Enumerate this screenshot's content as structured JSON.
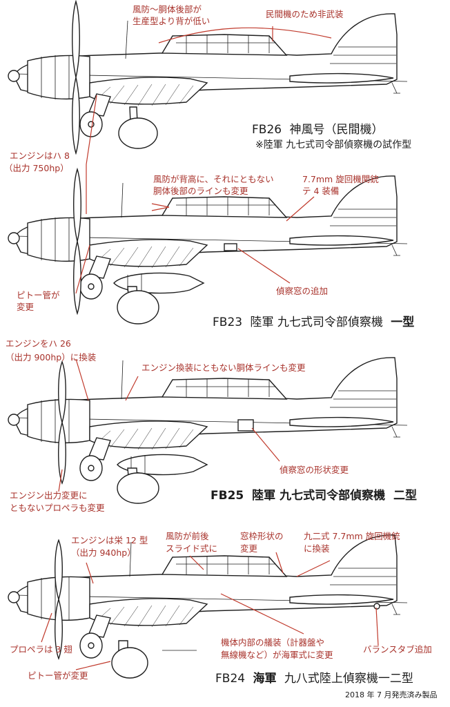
{
  "aircraft": [
    {
      "id": "fb26",
      "caption": {
        "code": "FB26",
        "name": "神風号（民間機）",
        "bold": "",
        "tail": ""
      },
      "note": "※陸軍 九七式司令部偵察機の試作型",
      "annotations": [
        {
          "key": "canopy",
          "lines": [
            "風防～胴体後部が",
            "生産型より背が低い"
          ]
        },
        {
          "key": "unarmed",
          "lines": [
            "民間機のため非武装"
          ]
        },
        {
          "key": "engine",
          "lines": [
            "エンジンはハ 8",
            "（出力 750hp）"
          ]
        }
      ]
    },
    {
      "id": "fb23",
      "caption": {
        "code": "FB23",
        "name": "陸軍 九七式司令部偵察機",
        "bold": "一型",
        "tail": ""
      },
      "note": "",
      "annotations": [
        {
          "key": "canopy",
          "lines": [
            "風防が背高に、それにともない",
            "胴体後部のラインも変更"
          ]
        },
        {
          "key": "gun",
          "lines": [
            "7.7mm 旋回機関銃",
            "テ 4 装備"
          ]
        },
        {
          "key": "pitot",
          "lines": [
            "ピトー管が",
            "変更"
          ]
        },
        {
          "key": "window",
          "lines": [
            "偵察窓の追加"
          ]
        }
      ]
    },
    {
      "id": "fb25",
      "caption": {
        "code": "FB25",
        "name": "陸軍 九七式司令部偵察機",
        "bold": "二型",
        "tail": "",
        "all_bold": "true"
      },
      "note": "",
      "annotations": [
        {
          "key": "engine",
          "lines": [
            "エンジンをハ 26",
            "（出力 900hp）に換装"
          ]
        },
        {
          "key": "fuselage",
          "lines": [
            "エンジン換装にともない胴体ラインも変更"
          ]
        },
        {
          "key": "window",
          "lines": [
            "偵察窓の形状変更"
          ]
        },
        {
          "key": "prop",
          "lines": [
            "エンジン出力変更に",
            "ともないプロペラも変更"
          ]
        }
      ]
    },
    {
      "id": "fb24",
      "caption": {
        "code": "FB24",
        "name": "",
        "bold": "海軍",
        "tail": "九八式陸上偵察機一二型"
      },
      "note": "",
      "annotations": [
        {
          "key": "engine",
          "lines": [
            "エンジンは栄 12 型",
            "（出力 940hp）"
          ]
        },
        {
          "key": "canopy",
          "lines": [
            "風防が前後",
            "スライド式に"
          ]
        },
        {
          "key": "frame",
          "lines": [
            "窓枠形状の",
            "変更"
          ]
        },
        {
          "key": "gun",
          "lines": [
            "九二式 7.7mm 旋回機銃",
            "に換装"
          ]
        },
        {
          "key": "interior",
          "lines": [
            "機体内部の艤装（計器盤や",
            "無線機など）が海軍式に変更"
          ]
        },
        {
          "key": "tab",
          "lines": [
            "バランスタブ追加"
          ]
        },
        {
          "key": "prop",
          "lines": [
            "プロペラは 3 翅"
          ]
        },
        {
          "key": "pitot",
          "lines": [
            "ピトー管が変更"
          ]
        }
      ]
    }
  ],
  "footer": "2018 年 7 月発売済み製品",
  "colors": {
    "annotation": "#a8322b",
    "leader": "#c0392b",
    "line": "#1e1e1e"
  }
}
